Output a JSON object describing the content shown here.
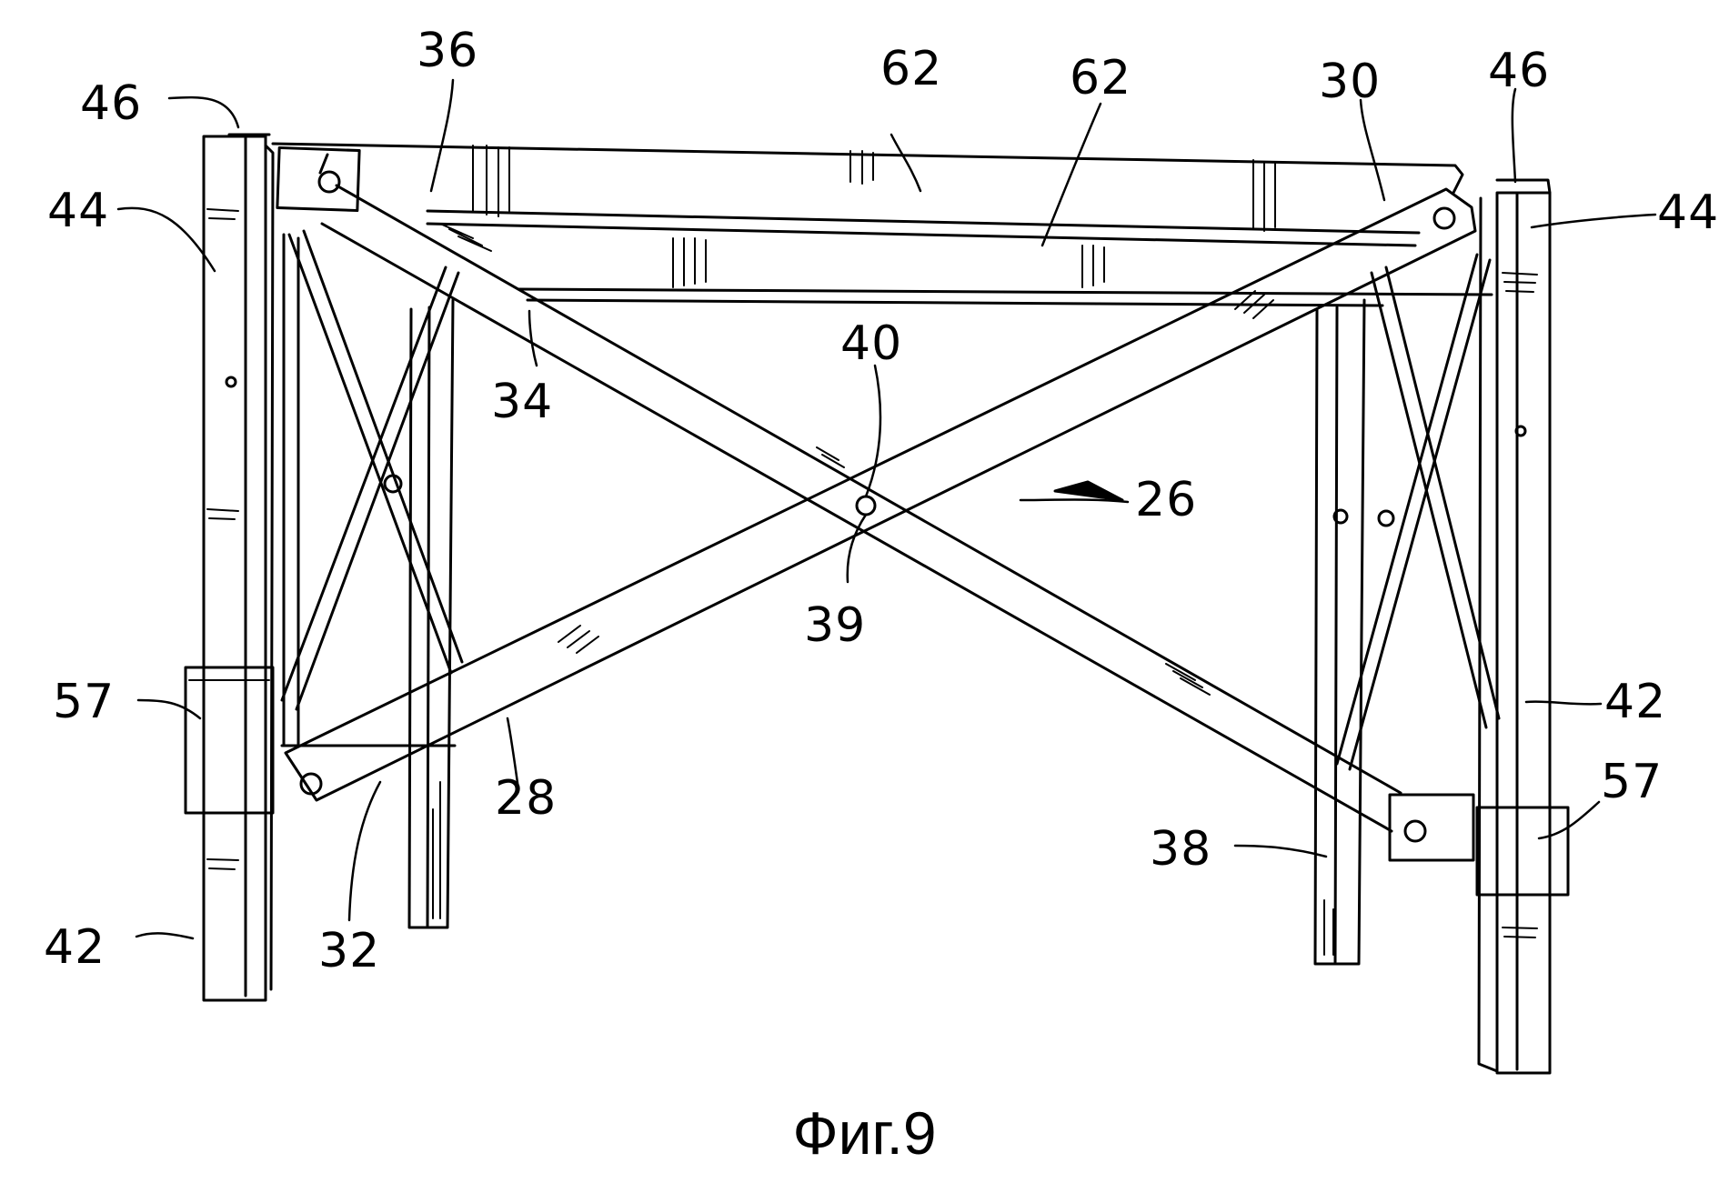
{
  "caption": "Фиг.9",
  "labels": {
    "n46_left": "46",
    "n36": "36",
    "n62_top": "62",
    "n62_mid": "62",
    "n30": "30",
    "n46_right": "46",
    "n44_left": "44",
    "n44_right": "44",
    "n40": "40",
    "n34": "34",
    "n26": "26",
    "n39": "39",
    "n57_left": "57",
    "n42_right_mid": "42",
    "n57_right": "57",
    "n28": "28",
    "n38": "38",
    "n42_left": "42",
    "n32": "32"
  },
  "colors": {
    "ink": "#000000",
    "paper": "#ffffff"
  }
}
